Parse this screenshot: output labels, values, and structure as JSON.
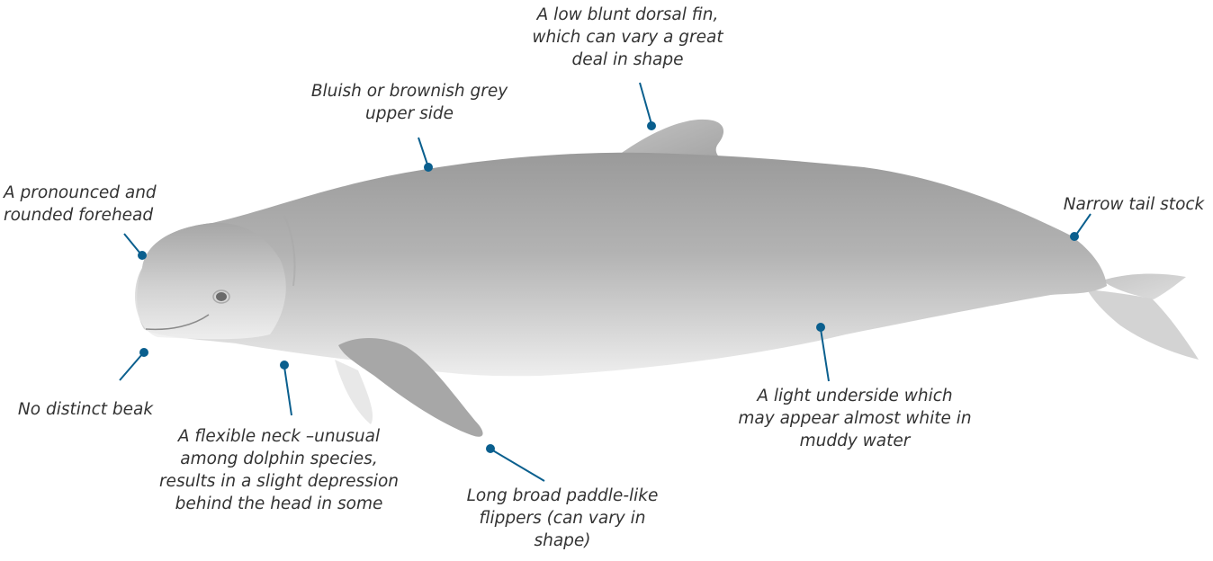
{
  "colors": {
    "leader": "#0a5f8e",
    "text": "#333333",
    "body_dark": "#9d9d9d",
    "body_light": "#ececec"
  },
  "annotations": [
    {
      "id": "dorsal-fin",
      "text": "A low blunt dorsal fin,\nwhich can vary a great\ndeal in shape"
    },
    {
      "id": "upper-side",
      "text": "Bluish or brownish grey\nupper side"
    },
    {
      "id": "forehead",
      "text": "A pronounced and\nrounded forehead"
    },
    {
      "id": "tail-stock",
      "text": "Narrow  tail stock"
    },
    {
      "id": "beak",
      "text": "No distinct beak"
    },
    {
      "id": "neck",
      "text": "A flexible neck –unusual\namong dolphin species,\nresults in a slight depression\nbehind the head in some"
    },
    {
      "id": "flippers",
      "text": "Long broad paddle-like\nflippers (can vary in\nshape)"
    },
    {
      "id": "underside",
      "text": "A light underside which\nmay appear almost white in\nmuddy water"
    }
  ]
}
